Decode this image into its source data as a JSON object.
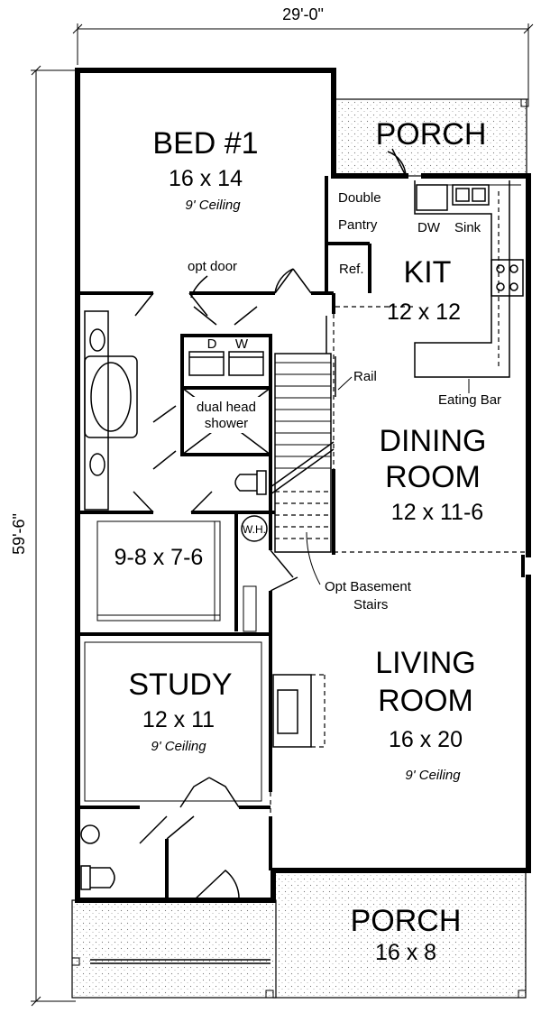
{
  "dimensions": {
    "width": "29'-0\"",
    "depth": "59'-6\""
  },
  "rooms": {
    "bed1": {
      "name": "BED #1",
      "size": "16 x 14",
      "ceiling": "9' Ceiling"
    },
    "porch_rear": {
      "name": "PORCH"
    },
    "kitchen": {
      "name": "KIT",
      "size": "12 x 12"
    },
    "dining": {
      "name1": "DINING",
      "name2": "ROOM",
      "size": "12 x 11-6"
    },
    "closet": {
      "size": "9-8 x 7-6"
    },
    "study": {
      "name": "STUDY",
      "size": "12 x 11",
      "ceiling": "9' Ceiling"
    },
    "living": {
      "name1": "LIVING",
      "name2": "ROOM",
      "size": "16 x 20",
      "ceiling": "9' Ceiling"
    },
    "porch_front": {
      "name": "PORCH",
      "size": "16 x 8"
    }
  },
  "labels": {
    "double": "Double",
    "pantry": "Pantry",
    "dw": "DW",
    "sink": "Sink",
    "ref": "Ref.",
    "opt_door": "opt door",
    "d": "D",
    "w": "W",
    "dual_head": "dual head",
    "shower": "shower",
    "rail": "Rail",
    "eating_bar": "Eating Bar",
    "wh": "W.H.",
    "opt_basement": "Opt Basement",
    "stairs": "Stairs"
  }
}
